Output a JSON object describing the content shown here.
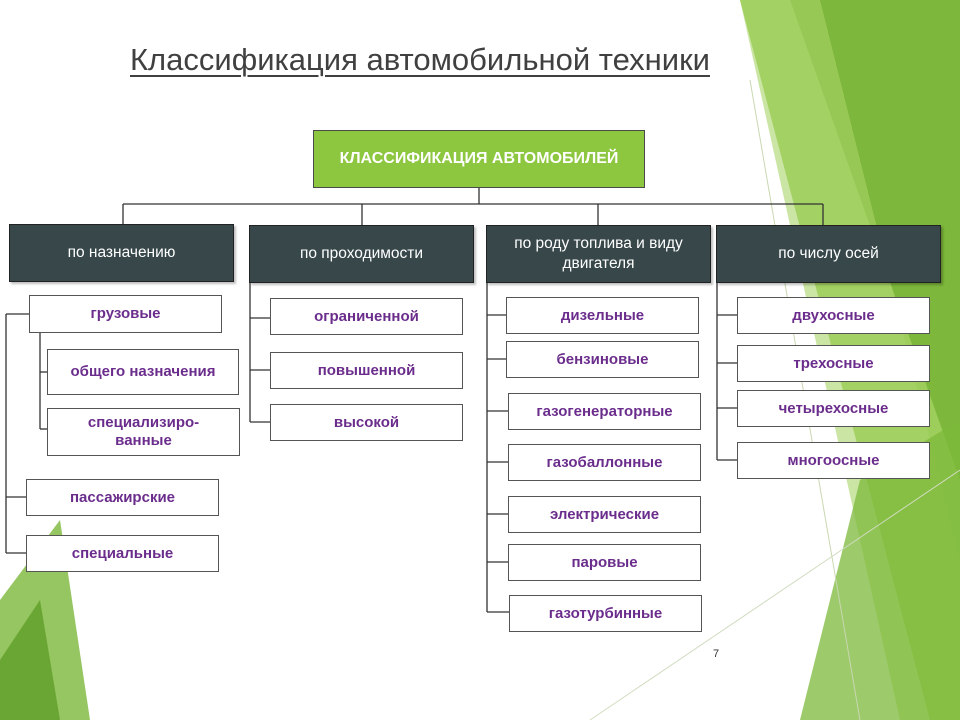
{
  "title": "Классификация автомобильной техники",
  "root_label": "КЛАССИФИКАЦИЯ АВТОМОБИЛЕЙ",
  "categories": [
    {
      "label": "по назначению",
      "items": [
        "грузовые",
        "общего назначения",
        "специализиро-ванные",
        "пассажирские",
        "специальные"
      ]
    },
    {
      "label": "по проходимости",
      "items": [
        "ограниченной",
        "повышенной",
        "высокой"
      ]
    },
    {
      "label": "по роду топлива и виду двигателя",
      "items": [
        "дизельные",
        "бензиновые",
        "газогенераторные",
        "газобаллонные",
        "электрические",
        "паровые",
        "газотурбинные"
      ]
    },
    {
      "label": "по числу осей",
      "items": [
        "двухосные",
        "трехосные",
        "четырехосные",
        "многоосные"
      ]
    }
  ],
  "page_number": "7",
  "colors": {
    "accent_green": "#8dc63f",
    "category_fill": "#37474a",
    "item_text": "#6b2d8c"
  }
}
